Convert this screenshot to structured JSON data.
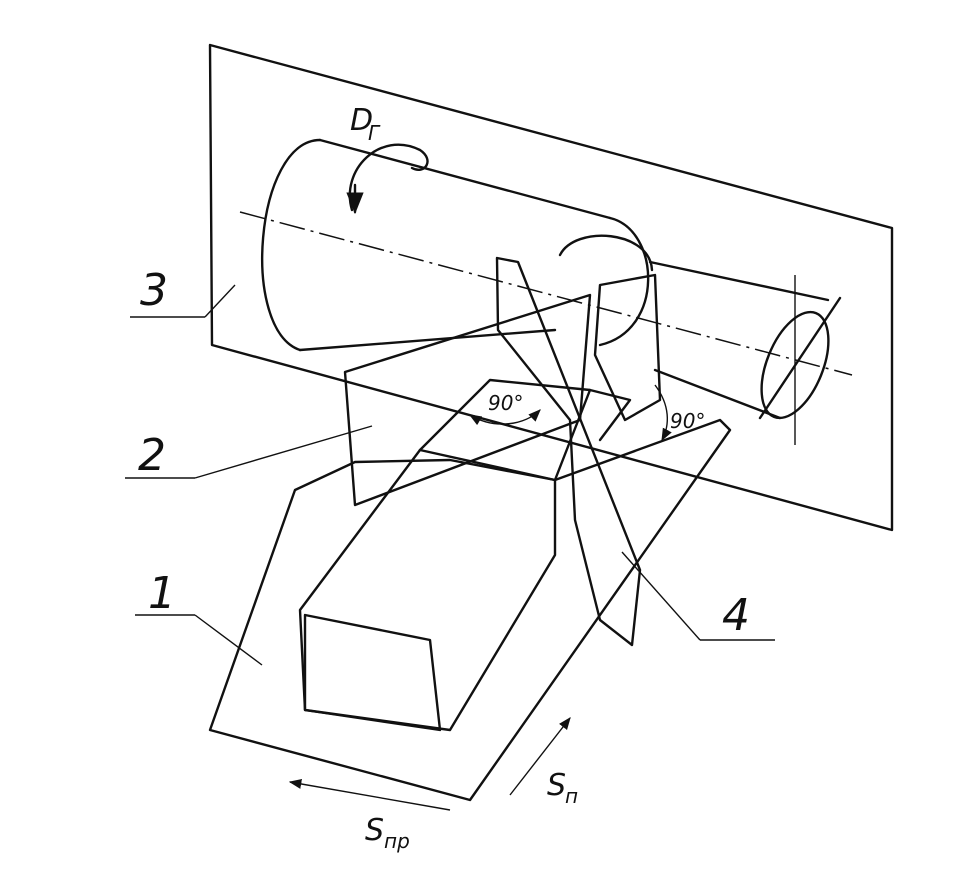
{
  "labels": {
    "part_1": "1",
    "part_2": "2",
    "part_3": "3",
    "part_4": "4",
    "rotation_main": "D",
    "rotation_main_sub": "Г",
    "angle_left": "90°",
    "angle_right": "90°",
    "feed_longitudinal": "S",
    "feed_longitudinal_sub": "пр",
    "feed_transverse": "S",
    "feed_transverse_sub": "п"
  },
  "colors": {
    "ink": "#111111",
    "paper": "#ffffff"
  }
}
